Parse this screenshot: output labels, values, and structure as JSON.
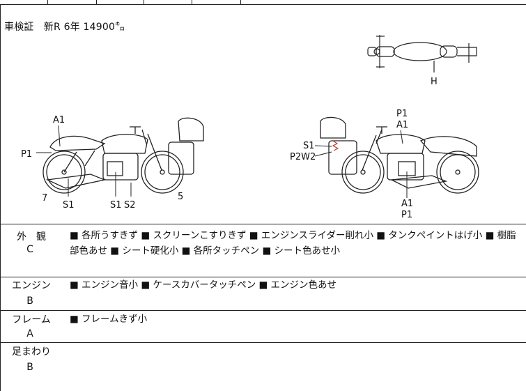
{
  "inspection_text": "車検証　新R  6年  14900㌔",
  "diagram": {
    "top_view_labels": [
      "H"
    ],
    "left_side_labels": [
      "A1",
      "P1",
      "7",
      "S1",
      "S1",
      "S2",
      "5"
    ],
    "right_side_labels": [
      "P1",
      "A1",
      "S1",
      "P2W2",
      "A1",
      "P1"
    ]
  },
  "rows": [
    {
      "label": "外　観",
      "grade": "C",
      "text": "■ 各所うすきず ■ スクリーンこすりきず ■ エンジンスライダー削れ小 ■ タンクペイントはげ小 ■ 樹脂部色あせ ■ シート硬化小 ■ 各所タッチペン ■ シート色あせ小"
    },
    {
      "label": "エンジン",
      "grade": "B",
      "text": "■ エンジン音小 ■ ケースカバータッチペン ■ エンジン色あせ"
    },
    {
      "label": "フレーム",
      "grade": "A",
      "text": "■ フレームきず小"
    },
    {
      "label": "足まわり",
      "grade": "B",
      "text": ""
    }
  ],
  "colors": {
    "line": "#222222",
    "damage_mark": "#c0392b"
  }
}
